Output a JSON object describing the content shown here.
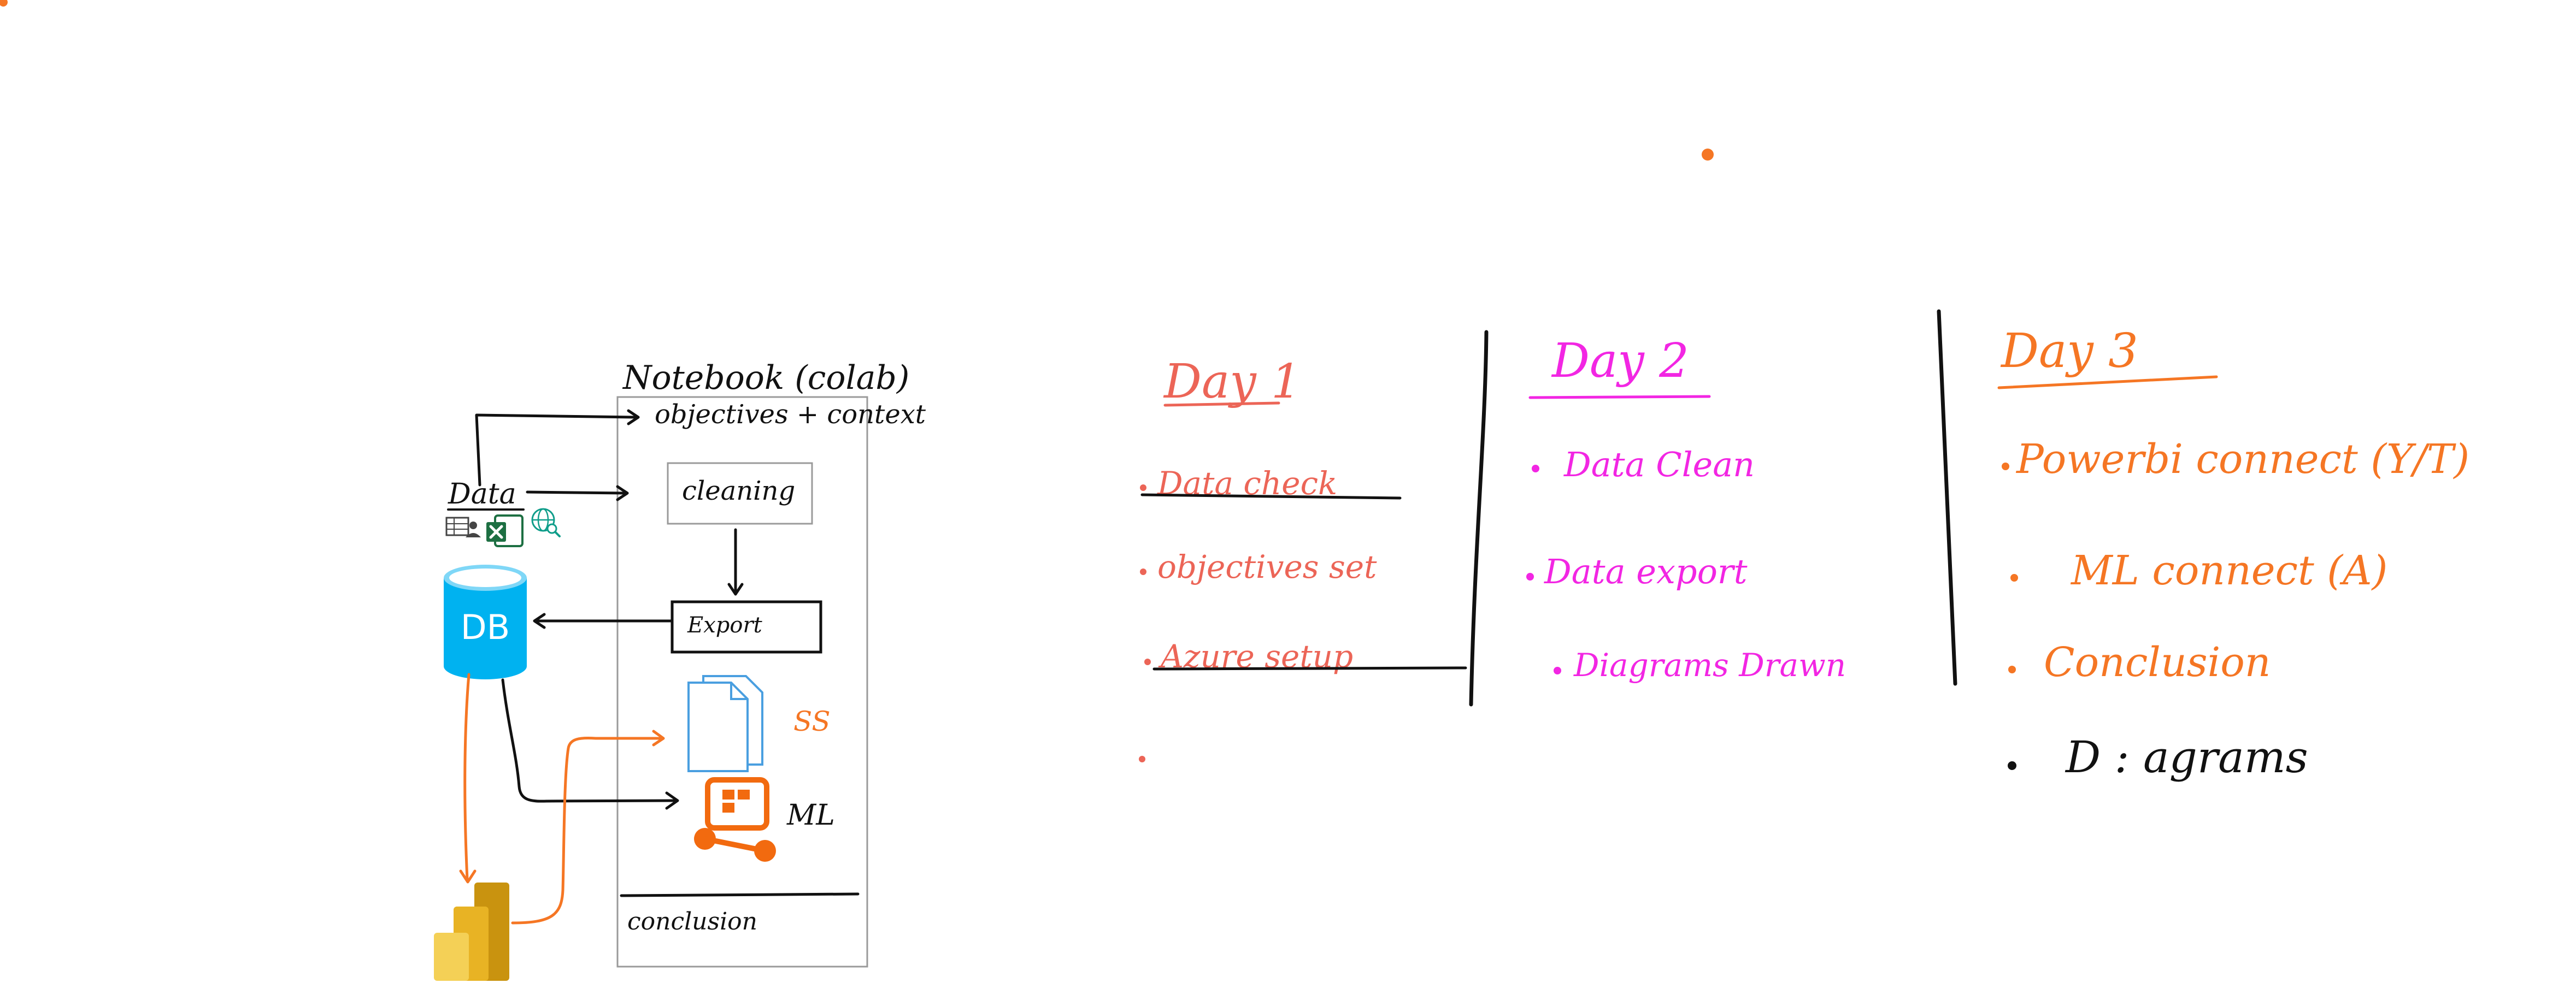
{
  "colors": {
    "black": "#111111",
    "day1": "#ec6557",
    "day2": "#f226e3",
    "day3": "#f57624",
    "db": "#00b2f0",
    "doc": "#4a9fe0",
    "ml": "#f26a0f",
    "powerbi_dark": "#d5a21a",
    "powerbi_light": "#f2c832"
  },
  "diagram": {
    "notebook_title": "Notebook (colab)",
    "objectives": "objectives + context",
    "data_label": "Data",
    "cleaning": "cleaning",
    "export": "Export",
    "db_label": "DB",
    "ss_label": "SS",
    "ml_label": "ML",
    "conclusion": "conclusion",
    "icons": [
      "table-user-icon",
      "excel-icon",
      "web-search-icon",
      "database-icon",
      "documents-icon",
      "ml-pipeline-icon",
      "power-bi-icon"
    ]
  },
  "days": [
    {
      "title": "Day 1",
      "items": [
        "Data check",
        "objectives set",
        "Azure setup",
        ""
      ],
      "struck": [
        true,
        false,
        true,
        false
      ]
    },
    {
      "title": "Day 2",
      "items": [
        "Data Clean",
        "Data export",
        "Diagrams Drawn"
      ],
      "struck": [
        false,
        false,
        false
      ]
    },
    {
      "title": "Day 3",
      "items": [
        "Powerbi connect (Y/T)",
        "ML connect (A)",
        "Conclusion"
      ],
      "struck": [
        false,
        false,
        false
      ]
    }
  ],
  "extra_item": "D : agrams"
}
